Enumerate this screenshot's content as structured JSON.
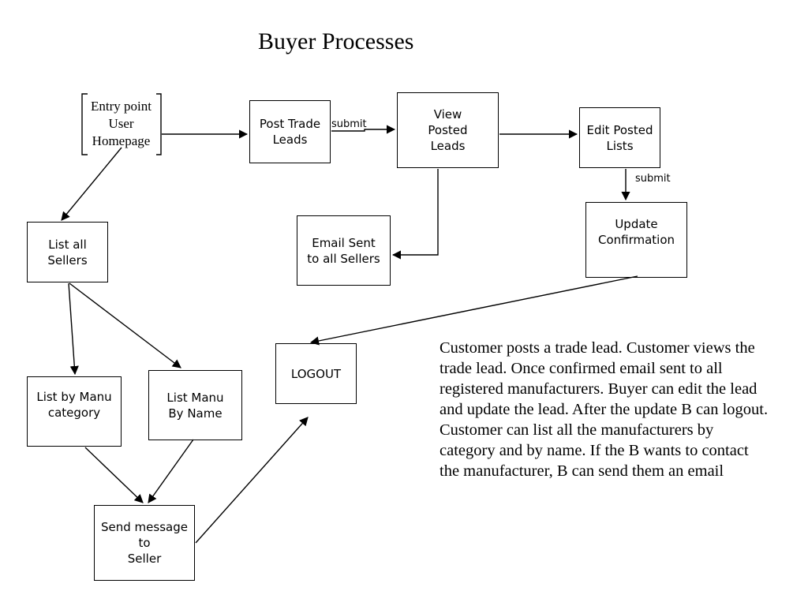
{
  "title": "Buyer Processes",
  "nodes": {
    "entry": "Entry point\nUser\nHomepage",
    "post_trade_leads": "Post Trade\nLeads",
    "view_posted_leads": "View\nPosted\nLeads",
    "edit_posted_lists": "Edit Posted\nLists",
    "update_confirmation": "Update\nConfirmation",
    "email_sent": "Email Sent\nto all Sellers",
    "list_all_sellers": "List all\nSellers",
    "logout": "LOGOUT",
    "list_by_manu_category": "List by Manu\ncategory",
    "list_manu_by_name": "List Manu\nBy Name",
    "send_message": "Send message\nto\nSeller"
  },
  "edge_labels": {
    "submit_post": "submit",
    "submit_edit": "submit"
  },
  "description": "Customer posts a trade lead. Customer views the trade lead.  Once confirmed email sent to all registered manufacturers. Buyer can edit the lead and update the lead. After the update B can logout.\nCustomer can list all the manufacturers by category and by name. If the B wants to contact the manufacturer, B can send them an email"
}
